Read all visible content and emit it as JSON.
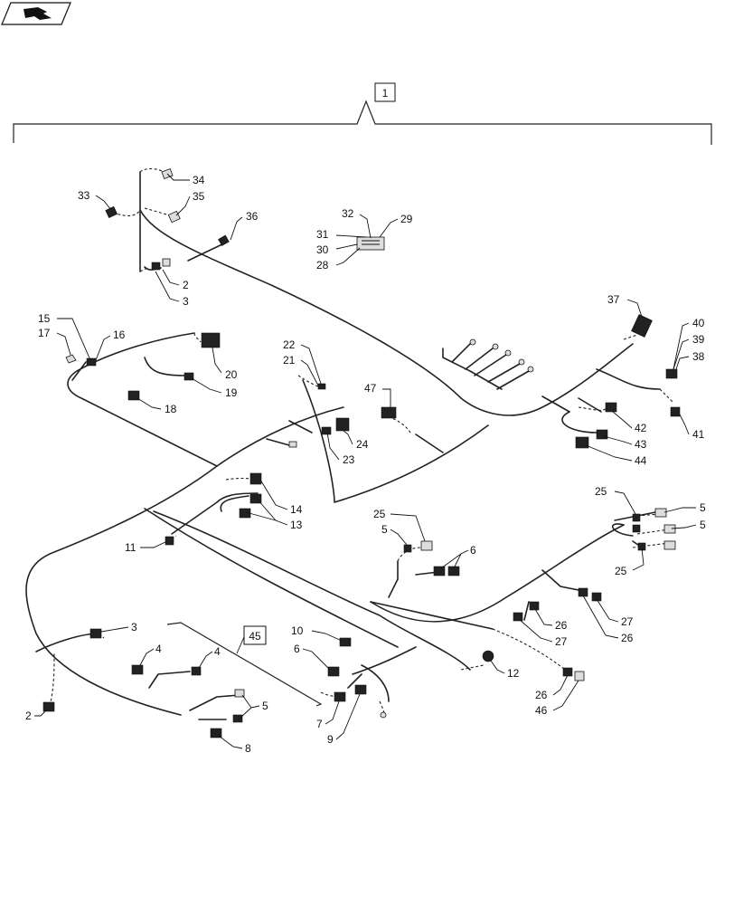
{
  "assembly_label": "1",
  "kit_label": "45",
  "icon": "navigation-arrow-icon",
  "callouts": [
    {
      "id": "c34",
      "text": "34"
    },
    {
      "id": "c33",
      "text": "33"
    },
    {
      "id": "c35",
      "text": "35"
    },
    {
      "id": "c36",
      "text": "36"
    },
    {
      "id": "c32",
      "text": "32"
    },
    {
      "id": "c29",
      "text": "29"
    },
    {
      "id": "c31",
      "text": "31"
    },
    {
      "id": "c30",
      "text": "30"
    },
    {
      "id": "c28",
      "text": "28"
    },
    {
      "id": "c2a",
      "text": "2"
    },
    {
      "id": "c3a",
      "text": "3"
    },
    {
      "id": "c37",
      "text": "37"
    },
    {
      "id": "c40",
      "text": "40"
    },
    {
      "id": "c39",
      "text": "39"
    },
    {
      "id": "c38",
      "text": "38"
    },
    {
      "id": "c15",
      "text": "15"
    },
    {
      "id": "c17",
      "text": "17"
    },
    {
      "id": "c16",
      "text": "16"
    },
    {
      "id": "c20",
      "text": "20"
    },
    {
      "id": "c19",
      "text": "19"
    },
    {
      "id": "c18",
      "text": "18"
    },
    {
      "id": "c22",
      "text": "22"
    },
    {
      "id": "c21",
      "text": "21"
    },
    {
      "id": "c47",
      "text": "47"
    },
    {
      "id": "c42",
      "text": "42"
    },
    {
      "id": "c43",
      "text": "43"
    },
    {
      "id": "c44",
      "text": "44"
    },
    {
      "id": "c41",
      "text": "41"
    },
    {
      "id": "c24",
      "text": "24"
    },
    {
      "id": "c23",
      "text": "23"
    },
    {
      "id": "c14",
      "text": "14"
    },
    {
      "id": "c13",
      "text": "13"
    },
    {
      "id": "c11",
      "text": "11"
    },
    {
      "id": "c25a",
      "text": "25"
    },
    {
      "id": "c5a",
      "text": "5"
    },
    {
      "id": "c6a",
      "text": "6"
    },
    {
      "id": "c25b",
      "text": "25"
    },
    {
      "id": "c5b",
      "text": "5"
    },
    {
      "id": "c5c",
      "text": "5"
    },
    {
      "id": "c25c",
      "text": "25"
    },
    {
      "id": "c26a",
      "text": "26"
    },
    {
      "id": "c27a",
      "text": "27"
    },
    {
      "id": "c27b",
      "text": "27"
    },
    {
      "id": "c26b",
      "text": "26"
    },
    {
      "id": "c3b",
      "text": "3"
    },
    {
      "id": "c4a",
      "text": "4"
    },
    {
      "id": "c4b",
      "text": "4"
    },
    {
      "id": "c5d",
      "text": "5"
    },
    {
      "id": "c8",
      "text": "8"
    },
    {
      "id": "c2b",
      "text": "2"
    },
    {
      "id": "c10",
      "text": "10"
    },
    {
      "id": "c6b",
      "text": "6"
    },
    {
      "id": "c7",
      "text": "7"
    },
    {
      "id": "c9",
      "text": "9"
    },
    {
      "id": "c12",
      "text": "12"
    },
    {
      "id": "c26c",
      "text": "26"
    },
    {
      "id": "c46",
      "text": "46"
    }
  ]
}
